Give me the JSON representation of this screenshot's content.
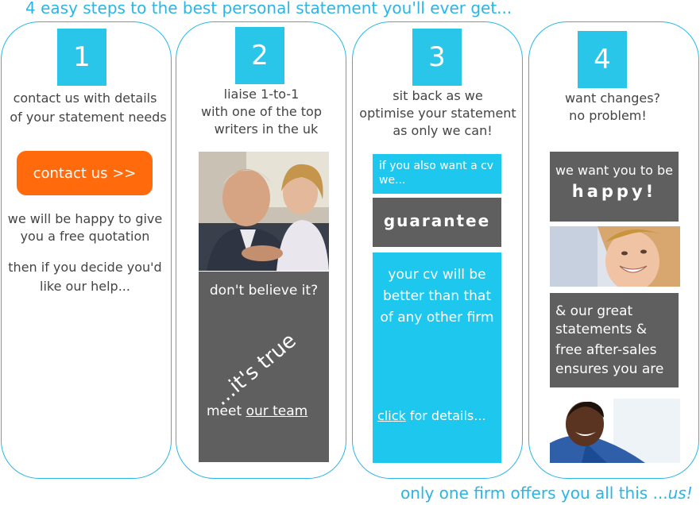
{
  "headline": "4 easy steps to the best personal statement you'll ever get...",
  "footer": {
    "text": "only one firm offers you all this ...",
    "emphasis": "us!"
  },
  "colors": {
    "accent": "#29b6e6",
    "number_box": "#29c6ea",
    "orange": "#ff6a0d",
    "grey_panel": "#5f5f5f",
    "blue_panel": "#1ec7ed"
  },
  "steps": [
    {
      "number": "1",
      "desc_line1": "contact us with details",
      "desc_line2": "of your statement needs",
      "button": "contact us >>",
      "quote_line1": "we will be happy to give",
      "quote_line2": "you a free quotation",
      "help_line1": "then if you decide you'd",
      "help_line2": "like our help..."
    },
    {
      "number": "2",
      "desc_line1": "liaise 1-to-1",
      "desc_line2": "with one of the top",
      "desc_line3": "writers in the uk",
      "believe": "don't believe it?",
      "true_text": "...it's true",
      "meet_prefix": "meet ",
      "meet_link": "our team"
    },
    {
      "number": "3",
      "desc_line1": "sit back as we",
      "desc_line2": "optimise your statement",
      "desc_line3": "as only we can!",
      "cv_line1": "if you also want a cv",
      "cv_line2": "we...",
      "guarantee": "guarantee",
      "better_line1": "your cv will be",
      "better_line2": "better than that",
      "better_line3": "of any other firm",
      "click_link": "click",
      "click_rest": " for details..."
    },
    {
      "number": "4",
      "desc_line1": "want changes?",
      "desc_line2": "no problem!",
      "happy_line1": "we want you to be",
      "happy_line2": "happy!",
      "great_line1": "& our great",
      "great_line2": "statements &",
      "great_line3": "free after-sales",
      "great_line4": "ensures you are"
    }
  ]
}
